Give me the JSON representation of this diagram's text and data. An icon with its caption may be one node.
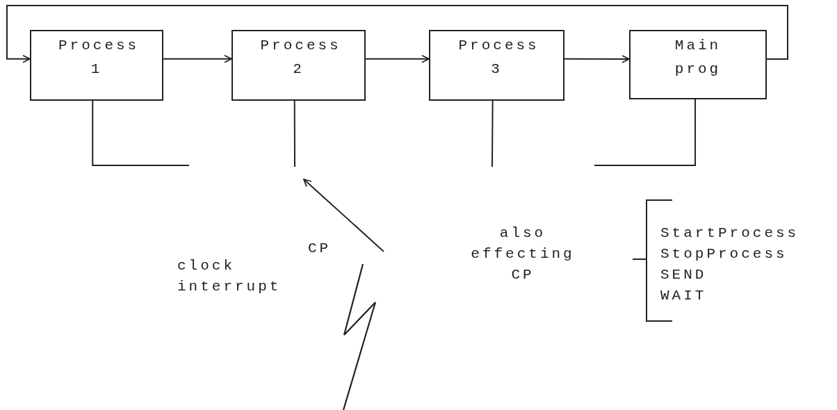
{
  "diagram": {
    "nodes": [
      {
        "text": [
          "Process 1"
        ]
      },
      {
        "text": [
          "Process 2"
        ]
      },
      {
        "text": [
          "Process 3"
        ]
      },
      {
        "text": [
          "Main prog"
        ]
      },
      {
        "text": [],
        "shape": "lightning"
      }
    ],
    "edges": [
      {
        "from": 0,
        "to": 1,
        "arrow": "to"
      },
      {
        "from": 1,
        "to": 2,
        "arrow": "to"
      },
      {
        "from": 2,
        "to": 3,
        "arrow": "to"
      },
      {
        "from": 3,
        "to": 0,
        "arrow": "to"
      },
      {
        "from": 0,
        "to": null,
        "arrow": "none"
      },
      {
        "from": 1,
        "to": null,
        "arrow": "none"
      },
      {
        "from": 2,
        "to": null,
        "arrow": "none"
      },
      {
        "from": 3,
        "to": null,
        "arrow": "none"
      },
      {
        "from": 4,
        "to": null,
        "arrow": "to"
      }
    ],
    "labels": [
      "CP",
      "also effecting CP",
      "StartProcess",
      "StopProcess",
      "SEND",
      "WAIT",
      "clock interrupt"
    ]
  }
}
